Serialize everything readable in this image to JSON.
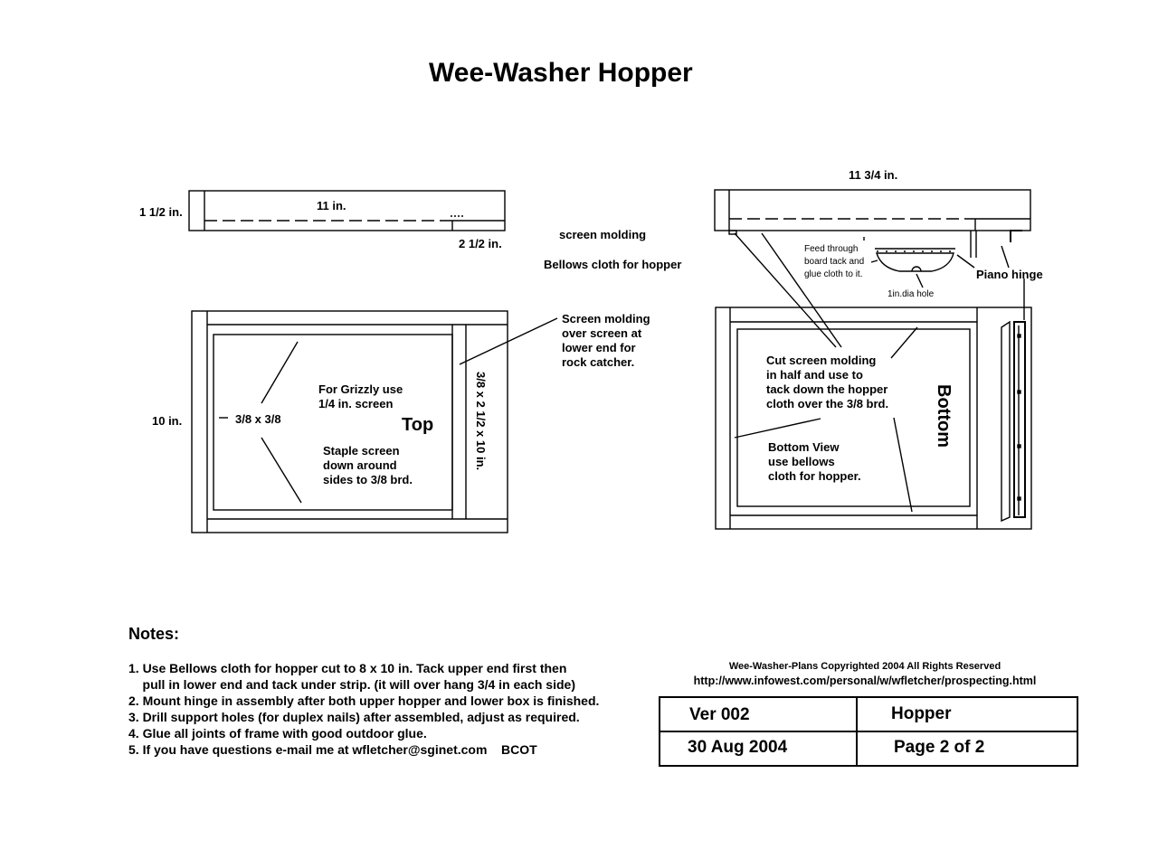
{
  "title": "Wee-Washer  Hopper",
  "top_view": {
    "dim_height": "1 1/2 in.",
    "dim_length": "11 in.",
    "dim_strip": "2 1/2 in.",
    "dim_width": "10 in.",
    "frame_size": "3/8 x 3/8",
    "grizzly_note": [
      "For Grizzly use",
      " 1/4 in. screen"
    ],
    "view_label": "Top",
    "staple_note": [
      "Staple screen",
      "down around",
      "sides to 3/8 brd."
    ],
    "strip_label": "3/8 x 2 1/2 x 10 in."
  },
  "center_labels": {
    "screen_molding": "screen molding",
    "bellows_cloth": "Bellows cloth for hopper",
    "screen_molding_note": [
      "Screen molding",
      "over screen at",
      "lower end for",
      "rock catcher."
    ]
  },
  "bottom_view": {
    "dim_length": "11 3/4 in.",
    "feed_note": [
      "Feed through",
      "board tack and",
      "glue cloth to it."
    ],
    "hole_label": "1in.dia hole",
    "piano_hinge": "Piano hinge",
    "cut_note": [
      "Cut screen molding",
      "in half and use to",
      "tack down the hopper",
      "cloth over the 3/8 brd."
    ],
    "view_label": "Bottom",
    "bottom_note": [
      "Bottom View",
      "use bellows",
      "cloth for hopper."
    ]
  },
  "notes": {
    "heading": "Notes:",
    "items": [
      "1. Use Bellows cloth for hopper cut to 8 x 10 in. Tack upper end first then",
      "    pull in lower end and tack under strip. (it will over hang 3/4 in each side)",
      "2. Mount hinge in assembly after both upper hopper and lower box is finished.",
      "3. Drill support holes (for duplex nails) after assembled, adjust as required.",
      "4. Glue all joints of frame with good outdoor glue.",
      "5. If you have questions e-mail me at wfletcher@sginet.com    BCOT"
    ]
  },
  "copyright": "Wee-Washer-Plans Copyrighted 2004 All Rights Reserved",
  "url": "http://www.infowest.com/personal/w/wfletcher/prospecting.html",
  "title_block": {
    "version": "Ver  002",
    "name": "Hopper",
    "date": "30 Aug 2004",
    "page": "Page  2 of  2"
  }
}
